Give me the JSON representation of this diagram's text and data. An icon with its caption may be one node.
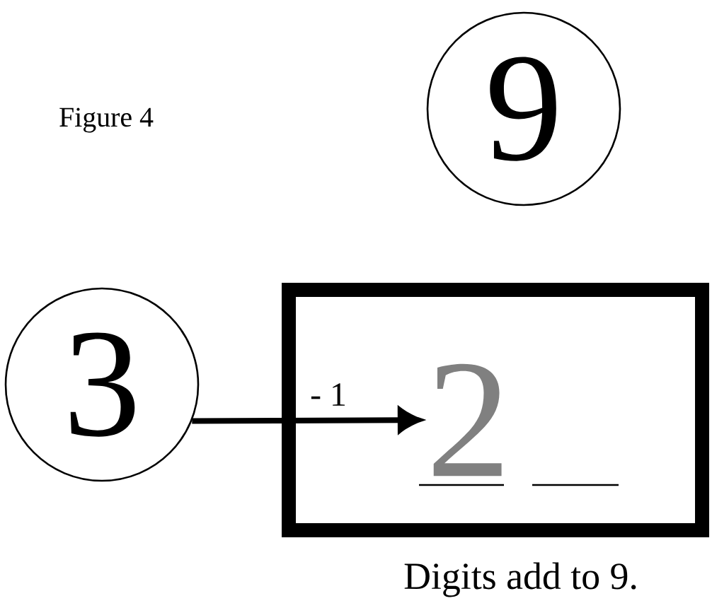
{
  "diagram": {
    "title": "Figure 4",
    "caption": "Digits add to 9.",
    "nodes": [
      {
        "text": [
          "9"
        ]
      },
      {
        "text": [
          "3"
        ]
      },
      {
        "text": [],
        "shape": "box"
      },
      {
        "text": [
          "2"
        ],
        "in": 2
      }
    ],
    "edges": [
      {
        "from": 1,
        "to": 3,
        "arrow": "to",
        "label": "- 1"
      }
    ]
  }
}
